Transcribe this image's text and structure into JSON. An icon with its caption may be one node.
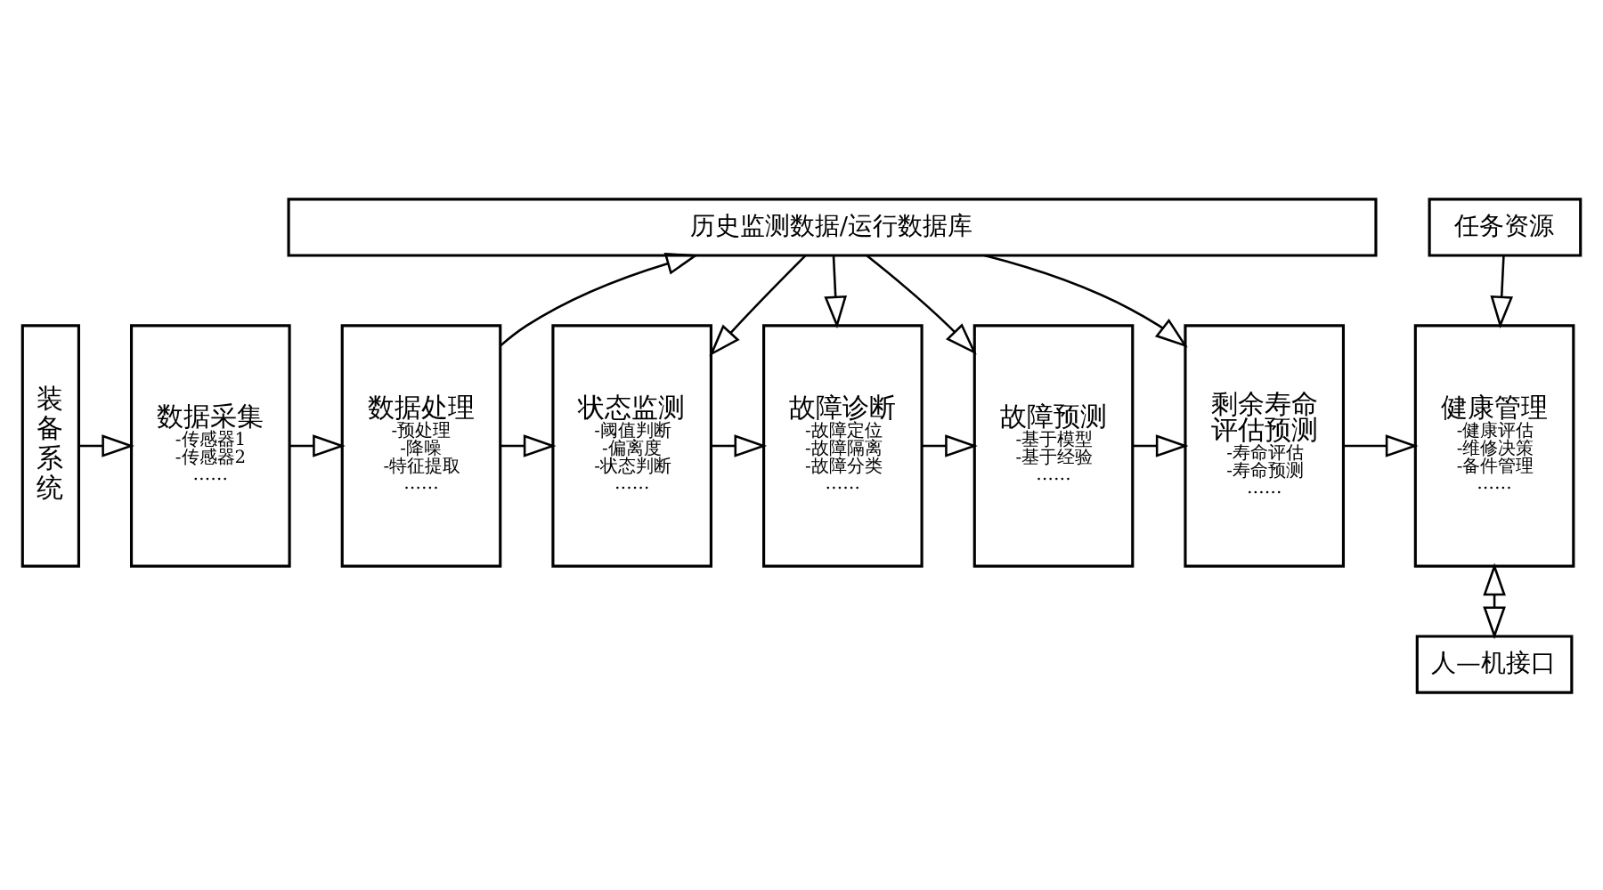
{
  "diagram": {
    "nodes": [
      {
        "text": [
          "历史监测数据/运行数据库"
        ]
      },
      {
        "text": [
          "任务资源"
        ]
      },
      {
        "text": [
          "装备系统"
        ]
      },
      {
        "text": [
          "数据采集",
          "-传感器1",
          "-传感器2",
          "……"
        ]
      },
      {
        "text": [
          "数据处理",
          "-预处理",
          "-降噪",
          "-特征提取",
          "……"
        ]
      },
      {
        "text": [
          "状态监测",
          "-阈值判断",
          "-偏离度",
          "-状态判断",
          "……"
        ]
      },
      {
        "text": [
          "故障诊断",
          "-故障定位",
          "-故障隔离",
          "-故障分类",
          "……"
        ]
      },
      {
        "text": [
          "故障预测",
          "-基于模型",
          "-基于经验",
          "……"
        ]
      },
      {
        "text": [
          "剩余寿命评估预测",
          "-寿命评估",
          "-寿命预测",
          "……"
        ]
      },
      {
        "text": [
          "健康管理",
          "-健康评估",
          "-维修决策",
          "-备件管理",
          "……"
        ]
      },
      {
        "text": [
          "人—机接口"
        ]
      }
    ],
    "edges": [
      {
        "from": 2,
        "to": 3,
        "arrow": "to"
      },
      {
        "from": 3,
        "to": 4,
        "arrow": "to"
      },
      {
        "from": 4,
        "to": 5,
        "arrow": "to"
      },
      {
        "from": 5,
        "to": 6,
        "arrow": "to"
      },
      {
        "from": 6,
        "to": 7,
        "arrow": "to"
      },
      {
        "from": 7,
        "to": 8,
        "arrow": "to"
      },
      {
        "from": 8,
        "to": 9,
        "arrow": "to"
      },
      {
        "from": 4,
        "to": 0,
        "arrow": "to"
      },
      {
        "from": 0,
        "to": 5,
        "arrow": "to"
      },
      {
        "from": 0,
        "to": 6,
        "arrow": "to"
      },
      {
        "from": 0,
        "to": 7,
        "arrow": "to"
      },
      {
        "from": 0,
        "to": 8,
        "arrow": "to"
      },
      {
        "from": 1,
        "to": 9,
        "arrow": "to"
      },
      {
        "from": 9,
        "to": 10,
        "arrow": "both"
      }
    ]
  }
}
